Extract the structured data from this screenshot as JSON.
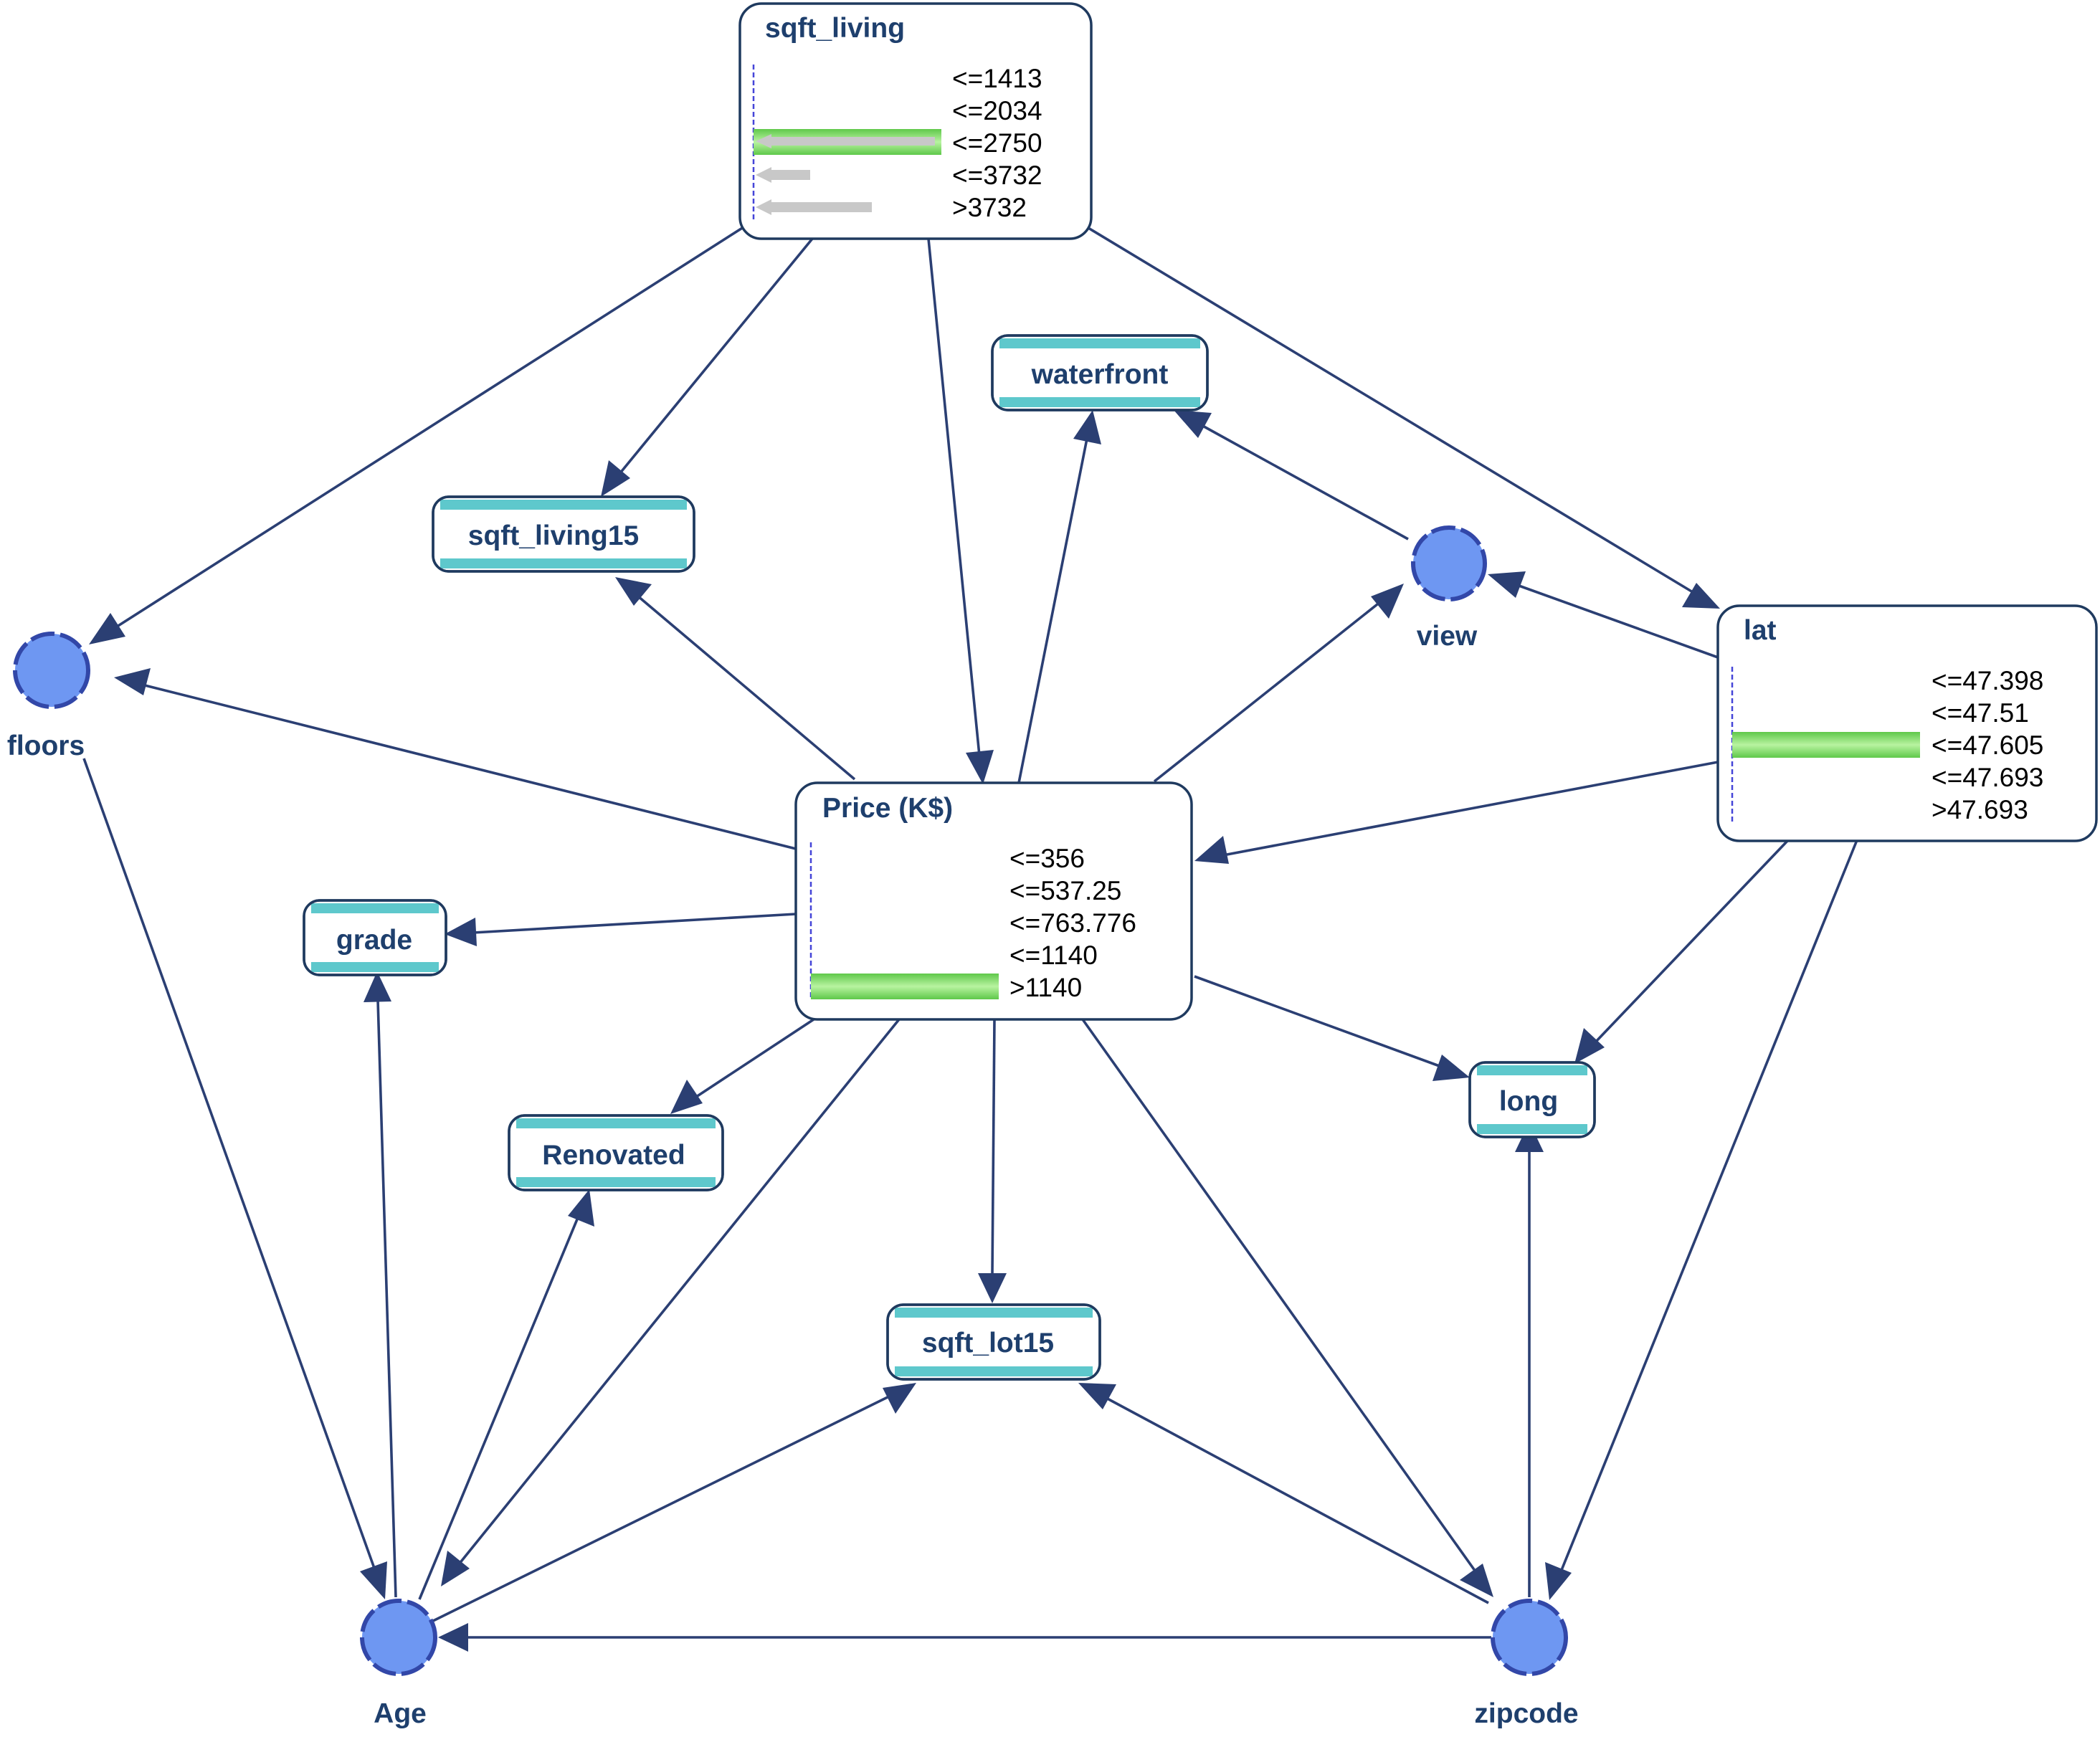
{
  "diagram": {
    "monitors": {
      "sqft_living": {
        "title": "sqft_living",
        "states": [
          "<=1413",
          "<=2034",
          "<=2750",
          "<=3732",
          ">3732"
        ],
        "selected_state": "<=2750",
        "shifted_states": [
          "<=3732",
          ">3732"
        ]
      },
      "lat": {
        "title": "lat",
        "states": [
          "<=47.398",
          "<=47.51",
          "<=47.605",
          "<=47.693",
          ">47.693"
        ],
        "selected_state": "<=47.605"
      },
      "price": {
        "title": "Price (K$)",
        "states": [
          "<=356",
          "<=537.25",
          "<=763.776",
          "<=1140",
          ">1140"
        ],
        "selected_state": ">1140"
      }
    },
    "rect_nodes": {
      "waterfront": "waterfront",
      "sqft_living15": "sqft_living15",
      "grade": "grade",
      "renovated": "Renovated",
      "sqft_lot15": "sqft_lot15",
      "long": "long"
    },
    "circle_nodes": {
      "view": "view",
      "floors": "floors",
      "age": "Age",
      "zipcode": "zipcode"
    },
    "edges": [
      {
        "from": "sqft_living",
        "to": "floors"
      },
      {
        "from": "sqft_living",
        "to": "sqft_living15"
      },
      {
        "from": "sqft_living",
        "to": "Price (K$)"
      },
      {
        "from": "sqft_living",
        "to": "lat"
      },
      {
        "from": "Price (K$)",
        "to": "waterfront"
      },
      {
        "from": "view",
        "to": "waterfront"
      },
      {
        "from": "Price (K$)",
        "to": "sqft_living15"
      },
      {
        "from": "Price (K$)",
        "to": "view"
      },
      {
        "from": "lat",
        "to": "view"
      },
      {
        "from": "Price (K$)",
        "to": "floors"
      },
      {
        "from": "lat",
        "to": "Price (K$)"
      },
      {
        "from": "Price (K$)",
        "to": "grade"
      },
      {
        "from": "Price (K$)",
        "to": "Renovated"
      },
      {
        "from": "Price (K$)",
        "to": "long"
      },
      {
        "from": "lat",
        "to": "long"
      },
      {
        "from": "lat",
        "to": "zipcode"
      },
      {
        "from": "Price (K$)",
        "to": "sqft_lot15"
      },
      {
        "from": "Price (K$)",
        "to": "Age"
      },
      {
        "from": "Price (K$)",
        "to": "zipcode"
      },
      {
        "from": "floors",
        "to": "Age"
      },
      {
        "from": "Age",
        "to": "grade"
      },
      {
        "from": "Age",
        "to": "Renovated"
      },
      {
        "from": "Age",
        "to": "sqft_lot15"
      },
      {
        "from": "zipcode",
        "to": "sqft_lot15"
      },
      {
        "from": "zipcode",
        "to": "long"
      },
      {
        "from": "zipcode",
        "to": "Age"
      }
    ],
    "colors": {
      "edge": "#2b3f73",
      "node_text": "#1e3f6d",
      "band": "#5ec8cc",
      "circle_fill": "#6e97f2",
      "circle_stroke": "#3247a8",
      "bar_green": "#7fd957",
      "bar_gray": "#c8c8c8"
    }
  }
}
